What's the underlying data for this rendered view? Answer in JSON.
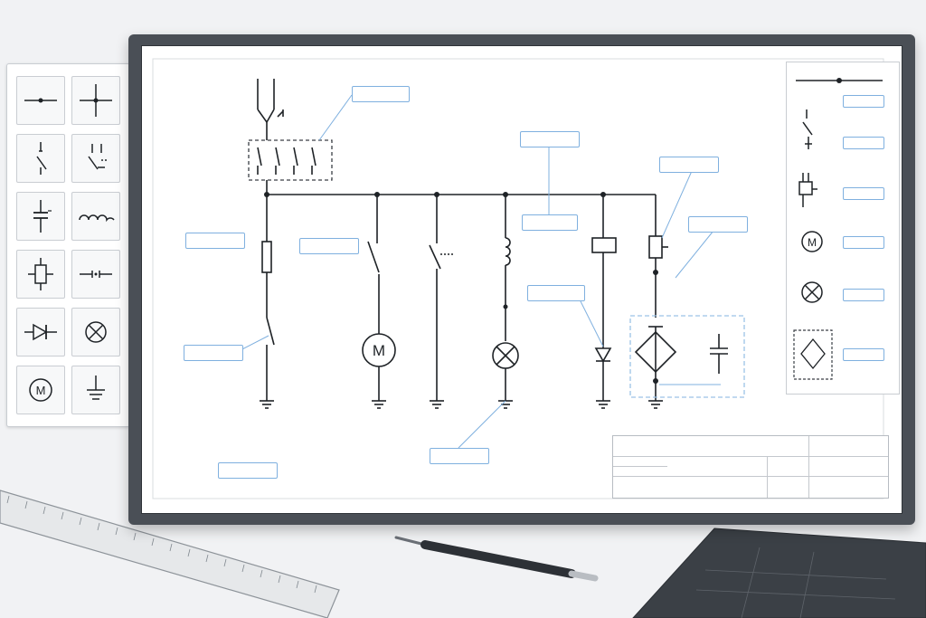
{
  "scene": {
    "subject": "electrical-schematic-editor",
    "colors": {
      "desk": "#f1f2f4",
      "frame": "#4a4f56",
      "line": "#1e2226",
      "callout_border": "#7fb0df",
      "dashed_group": "#9cc2e6"
    }
  },
  "palette": {
    "symbols": [
      {
        "icon": "junction-node-icon"
      },
      {
        "icon": "crossing-wires-icon"
      },
      {
        "icon": "switch-contact-icon"
      },
      {
        "icon": "time-delay-switch-icon"
      },
      {
        "icon": "capacitor-icon"
      },
      {
        "icon": "inductor-coil-icon"
      },
      {
        "icon": "relay-coil-icon"
      },
      {
        "icon": "contact-pair-icon"
      },
      {
        "icon": "diode-icon"
      },
      {
        "icon": "lamp-icon"
      },
      {
        "icon": "motor-icon",
        "label": "M"
      },
      {
        "icon": "ground-icon"
      }
    ]
  },
  "schematic": {
    "motor_label": "M",
    "callouts": [
      "",
      "",
      "",
      "",
      "",
      "",
      "",
      "",
      "",
      "",
      "",
      ""
    ]
  },
  "legend": {
    "motor_label": "M",
    "entries": [
      "",
      "",
      "",
      "",
      "",
      ""
    ]
  },
  "title_block": {
    "rows": [
      "",
      "",
      ""
    ]
  }
}
